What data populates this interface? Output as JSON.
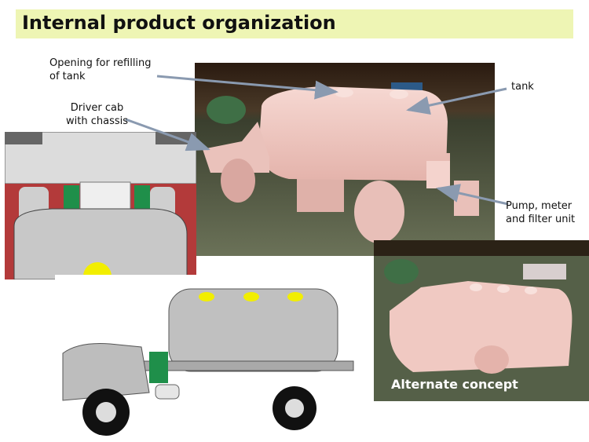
{
  "title": "Internal product organization",
  "labels": {
    "opening_line1": "Opening for refilling",
    "opening_line2": "of tank",
    "tank": "tank",
    "cab_line1": "Driver cab",
    "cab_line2": "with chassis",
    "pump_line1": "Pump, meter",
    "pump_line2": "and filter unit",
    "alternate": "Alternate concept"
  },
  "colors": {
    "title_bg": "#eef5b4",
    "foam": "#f0c9c2",
    "cad_red": "#b33a3a",
    "cad_grey": "#c8c8c8",
    "cad_yellow": "#f2ee00",
    "cad_green": "#1f8f4a",
    "arrow": "#8a9ab0"
  }
}
